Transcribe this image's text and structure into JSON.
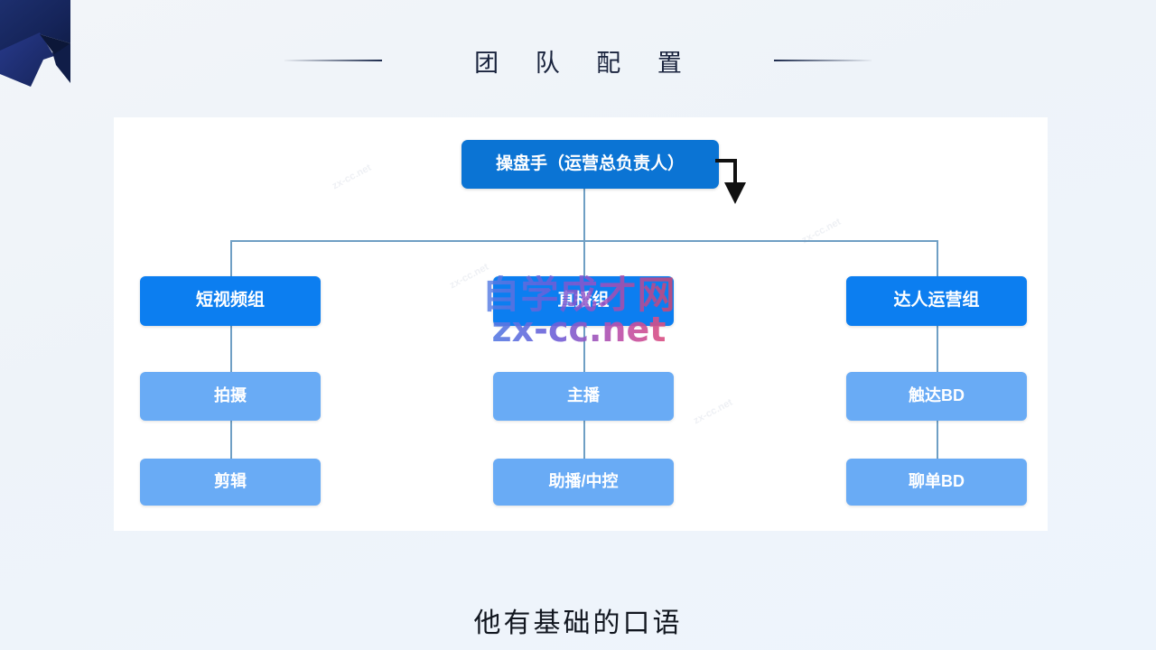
{
  "header": {
    "title": "团 队 配 置",
    "rule_color": "#1d2b4d"
  },
  "decoration": {
    "ribbon_icon": "navy-ribbon-corner",
    "ribbon_color": "#172a63"
  },
  "chart_data": {
    "type": "diagram",
    "diagram_type": "org-chart",
    "title": "团 队 配 置",
    "colors": {
      "root": "#0b74d4",
      "level2": "#0c7ef0",
      "level3": "#69abf5",
      "connector": "#6f9fc4",
      "panel": "#ffffff",
      "text": "#ffffff"
    },
    "nodes": [
      {
        "id": "root",
        "label": "操盘手（运营总负责人）",
        "level": 1
      },
      {
        "id": "g1",
        "label": "短视频组",
        "level": 2,
        "parent": "root"
      },
      {
        "id": "g2",
        "label": "直播组",
        "level": 2,
        "parent": "root"
      },
      {
        "id": "g3",
        "label": "达人运营组",
        "level": 2,
        "parent": "root"
      },
      {
        "id": "g1c1",
        "label": "拍摄",
        "level": 3,
        "parent": "g1"
      },
      {
        "id": "g1c2",
        "label": "剪辑",
        "level": 3,
        "parent": "g1"
      },
      {
        "id": "g2c1",
        "label": "主播",
        "level": 3,
        "parent": "g2"
      },
      {
        "id": "g2c2",
        "label": "助播/中控",
        "level": 3,
        "parent": "g2"
      },
      {
        "id": "g3c1",
        "label": "触达BD",
        "level": 3,
        "parent": "g3"
      },
      {
        "id": "g3c2",
        "label": "聊单BD",
        "level": 3,
        "parent": "g3"
      }
    ]
  },
  "annotation": {
    "pointer_icon": "down-arrow-pointer"
  },
  "watermark": {
    "chinese": "自学成才网",
    "url": "zx-cc.net",
    "faint": "zx-cc.net"
  },
  "subtitle": {
    "text": "他有基础的口语"
  }
}
